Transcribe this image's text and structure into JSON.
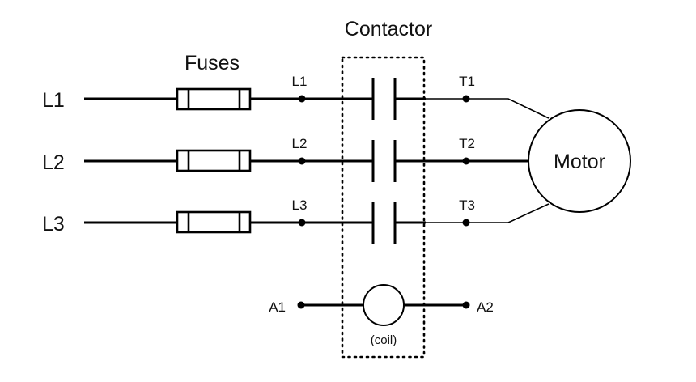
{
  "diagram": {
    "title_contactor": "Contactor",
    "title_fuses": "Fuses",
    "lines": [
      {
        "supply": "L1",
        "contactor_in": "L1",
        "contactor_out": "T1"
      },
      {
        "supply": "L2",
        "contactor_in": "L2",
        "contactor_out": "T2"
      },
      {
        "supply": "L3",
        "contactor_in": "L3",
        "contactor_out": "T3"
      }
    ],
    "motor_label": "Motor",
    "coil": {
      "terminal_left": "A1",
      "terminal_right": "A2",
      "label": "(coil)"
    }
  }
}
